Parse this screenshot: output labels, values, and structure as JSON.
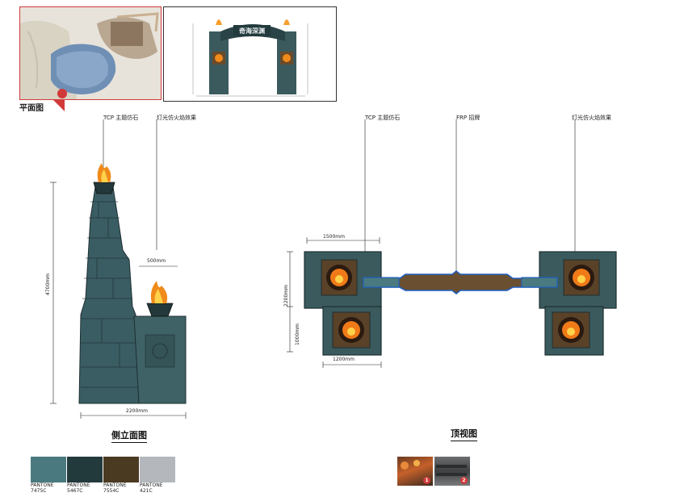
{
  "thumbnails": {
    "plan_label": "平面图",
    "elevation_sign_text": "奇海深渊"
  },
  "side_view": {
    "title": "侧立面图",
    "callout_stone": "TCP 主题仿石",
    "callout_fire": "灯光仿火焰效果",
    "dim_height": "4700mm",
    "dim_width": "2200mm",
    "dim_small": "500mm"
  },
  "top_view": {
    "title": "顶视图",
    "callout_stone": "TCP 主题仿石",
    "callout_sign": "FRP 招牌",
    "callout_fire": "灯光仿火焰效果",
    "dim_top": "1500mm",
    "dim_bottom": "1200mm",
    "dim_v1": "2200mm",
    "dim_v2": "1000mm"
  },
  "palette": [
    {
      "name": "PANTONE\n7475C",
      "color": "#4a7a7f"
    },
    {
      "name": "PANTONE\n5467C",
      "color": "#233a3c"
    },
    {
      "name": "PANTONE\n7554C",
      "color": "#4a3a22"
    },
    {
      "name": "PANTONE\n421C",
      "color": "#b4b8bd"
    }
  ],
  "reference_photos": [
    "1",
    "2"
  ]
}
